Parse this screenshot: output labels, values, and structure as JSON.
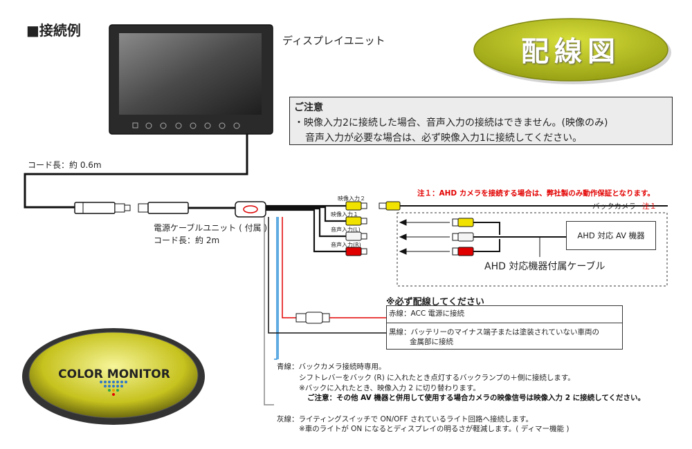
{
  "title": "■接続例",
  "device_label": "ディスプレイユニット",
  "badge": "配線図",
  "notice": {
    "heading": "ご注意",
    "line1": "・映像入力2に接続した場合、音声入力の接続はできません。(映像のみ)",
    "line2": "音声入力が必要な場合は、必ず映像入力1に接続してください。"
  },
  "cord_display": "コード長：約 0.6m",
  "power_cable": {
    "name": "電源ケーブルユニット ( 付属 )",
    "cord": "コード長：約 2m"
  },
  "connectors": [
    "映像入力２",
    "映像入力１",
    "音声入力(L)",
    "音声入力(R)"
  ],
  "ahd_note": "注１：AHD カメラを接続する場合は、弊社製のみ動作保証となります。",
  "back_camera": {
    "label": "バックカメラ",
    "note": "注１"
  },
  "ahd_device": "AHD 対応 AV 機器",
  "ahd_cable": "AHD 対応機器付属ケーブル",
  "wiring": {
    "heading": "※必ず配線してください",
    "red": "赤線：ACC 電源に接続",
    "black_1": "黒線：バッテリーのマイナス端子または塗装されていない車両の",
    "black_2": "金属部に接続",
    "blue_1": "青線：バックカメラ接続時専用。",
    "blue_2": "シフトレバーをバック (R) に入れたとき点灯するバックランプの＋側に接続します。",
    "blue_3": "※バックに入れたとき、映像入力 2 に切り替わります。",
    "blue_4": "ご注意：その他 AV 機器と併用して使用する場合カメラの映像信号は映像入力 2 に接続してください。",
    "gray_1": "灰線：ライティングスイッチで ON/OFF されているライト回路へ接続します。",
    "gray_2": "※車のライトが ON になるとディスプレイの明るさが軽減します。( ディマー機能 )"
  },
  "color_monitor": "COLOR MONITOR",
  "colors": {
    "badge": "#b8c11c",
    "red_wire": "#e30000",
    "blue_wire": "#2a8fd8",
    "gray_wire": "#888888",
    "yellow_plug": "#f2e200",
    "red_plug": "#e00000",
    "white_plug": "#f4f4f4"
  }
}
